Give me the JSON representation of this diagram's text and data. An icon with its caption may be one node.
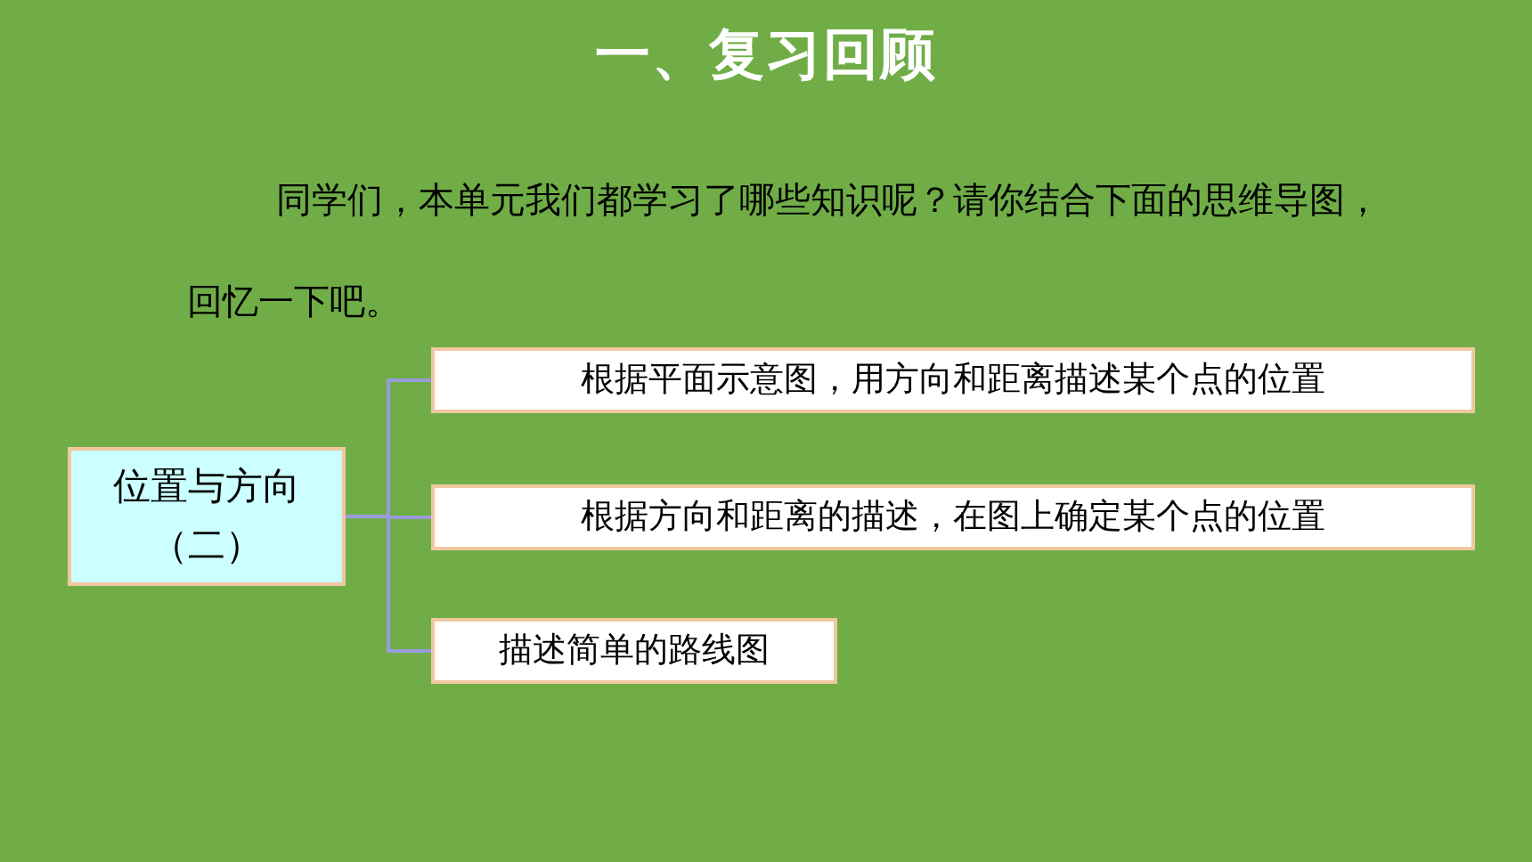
{
  "diagram": {
    "title": "一、复习回顾",
    "nodes": [
      {
        "text": [
          "位置与方向（二）"
        ]
      },
      {
        "text": [
          "根据平面示意图，用方向和距离描述某个点的位置"
        ]
      },
      {
        "text": [
          "根据方向和距离的描述，在图上确定某个点的位置"
        ]
      },
      {
        "text": [
          "描述简单的路线图"
        ]
      }
    ],
    "edges": [
      {
        "from": 0,
        "to": 1,
        "arrow": "none"
      },
      {
        "from": 0,
        "to": 2,
        "arrow": "none"
      },
      {
        "from": 0,
        "to": 3,
        "arrow": "none"
      }
    ],
    "labels": [
      "同学们，本单元我们都学习了哪些知识呢？请你结合下面的思维导图，回忆一下吧。"
    ]
  }
}
